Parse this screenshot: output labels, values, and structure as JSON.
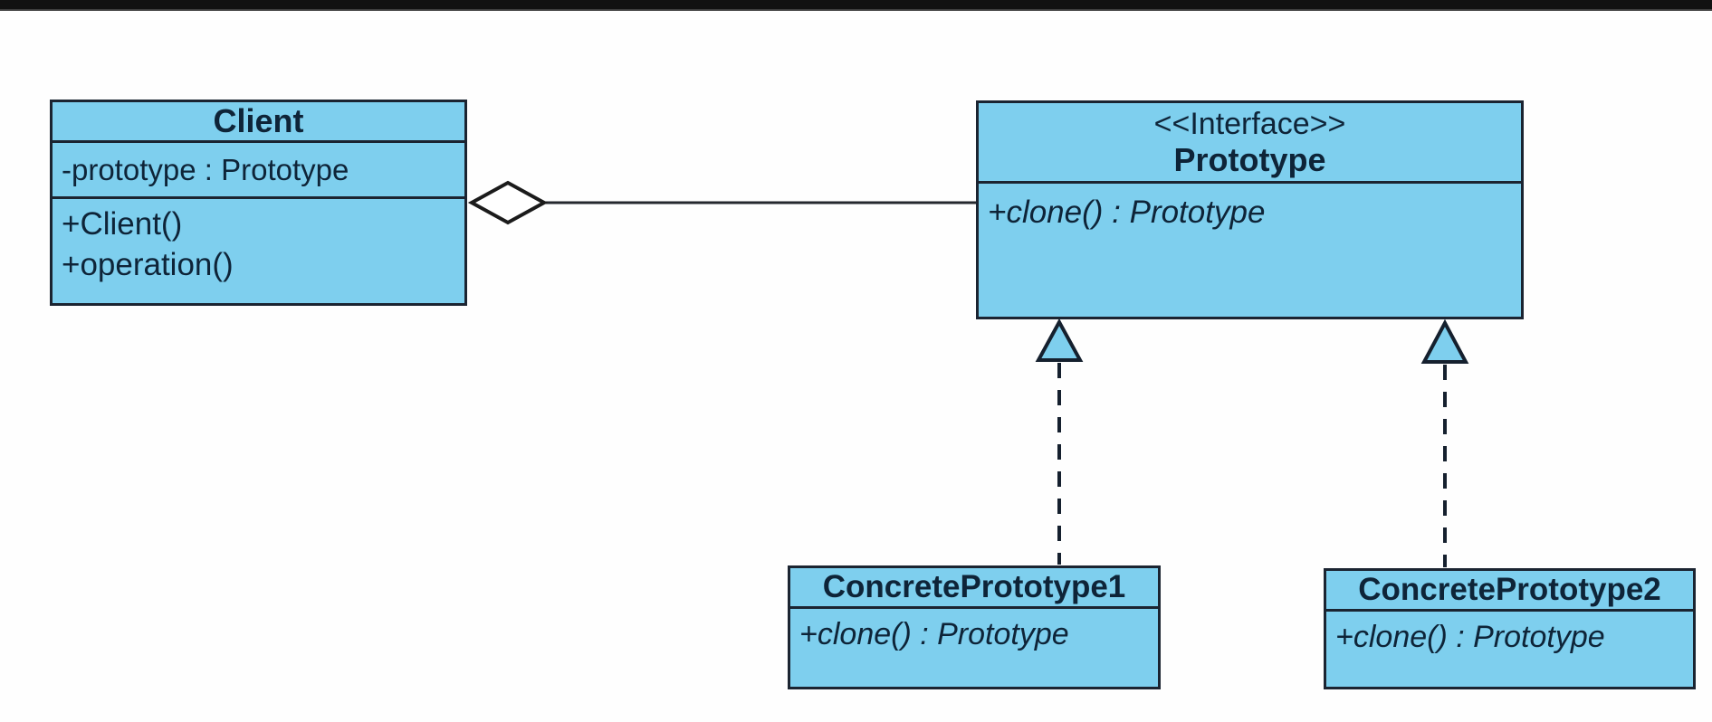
{
  "page": {
    "background": "#fefefe",
    "letterbox_color": "#111111"
  },
  "colors": {
    "box_fill": "#7ecfee",
    "box_border": "#1b2431",
    "text": "#0e2438",
    "connector": "#1f242b",
    "diamond_fill": "#ffffff"
  },
  "diagram": {
    "type": "uml-class-diagram",
    "pattern": "Prototype",
    "classes": [
      {
        "id": "client",
        "title": "Client",
        "attributes": [
          "-prototype : Prototype"
        ],
        "methods": [
          "+Client()",
          "+operation()"
        ]
      },
      {
        "id": "prototype",
        "stereotype": "<<Interface>>",
        "title": "Prototype",
        "methods": [
          "+clone() : Prototype"
        ]
      },
      {
        "id": "concrete1",
        "title": "ConcretePrototype1",
        "methods": [
          "+clone() : Prototype"
        ]
      },
      {
        "id": "concrete2",
        "title": "ConcretePrototype2",
        "methods": [
          "+clone() : Prototype"
        ]
      }
    ],
    "relationships": [
      {
        "type": "aggregation",
        "from": "Client",
        "to": "Prototype"
      },
      {
        "type": "realization",
        "from": "ConcretePrototype1",
        "to": "Prototype"
      },
      {
        "type": "realization",
        "from": "ConcretePrototype2",
        "to": "Prototype"
      }
    ]
  }
}
